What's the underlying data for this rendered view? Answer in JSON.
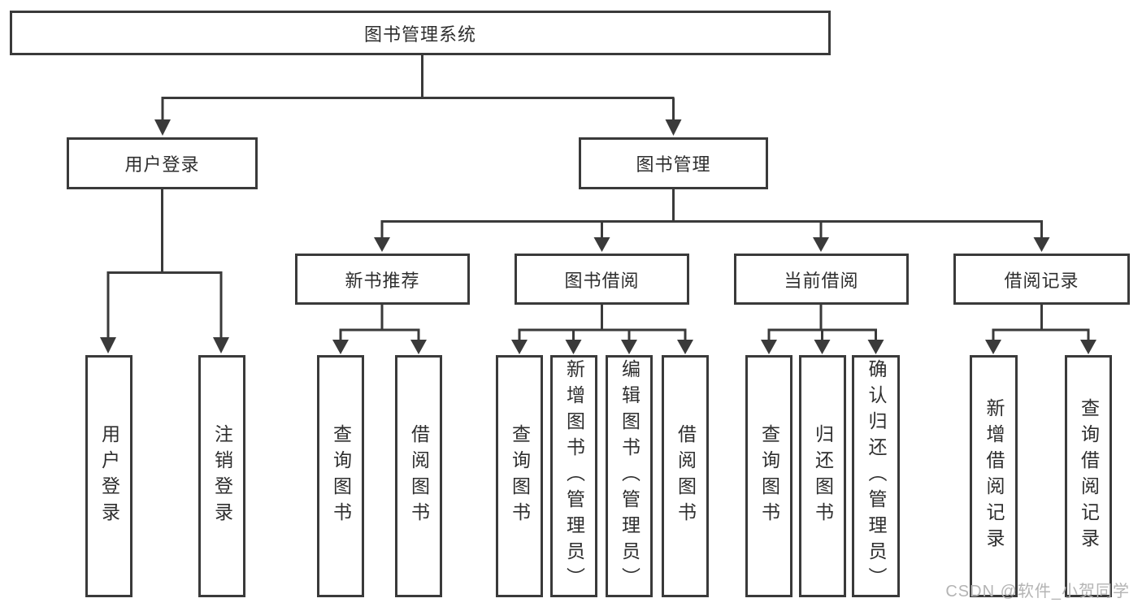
{
  "diagram": {
    "title": "图书管理系统",
    "branches": [
      {
        "label": "用户登录",
        "children": [
          {
            "label": "用户登录"
          },
          {
            "label": "注销登录"
          }
        ]
      },
      {
        "label": "图书管理",
        "children": [
          {
            "label": "新书推荐",
            "children": [
              {
                "label": "查询图书"
              },
              {
                "label": "借阅图书"
              }
            ]
          },
          {
            "label": "图书借阅",
            "children": [
              {
                "label": "查询图书"
              },
              {
                "label": "新增图书（管理员）"
              },
              {
                "label": "编辑图书（管理员）"
              },
              {
                "label": "借阅图书"
              }
            ]
          },
          {
            "label": "当前借阅",
            "children": [
              {
                "label": "查询图书"
              },
              {
                "label": "归还图书"
              },
              {
                "label": "确认归还（管理员）"
              }
            ]
          },
          {
            "label": "借阅记录",
            "children": [
              {
                "label": "新增借阅记录"
              },
              {
                "label": "查询借阅记录"
              }
            ]
          }
        ]
      }
    ]
  },
  "watermark": {
    "text": "CSDN @软件_小贺同学"
  },
  "colors": {
    "line": "#3a3a3a",
    "text": "#2e2e2e",
    "watermark": "#b4b4b4",
    "background": "#ffffff"
  }
}
